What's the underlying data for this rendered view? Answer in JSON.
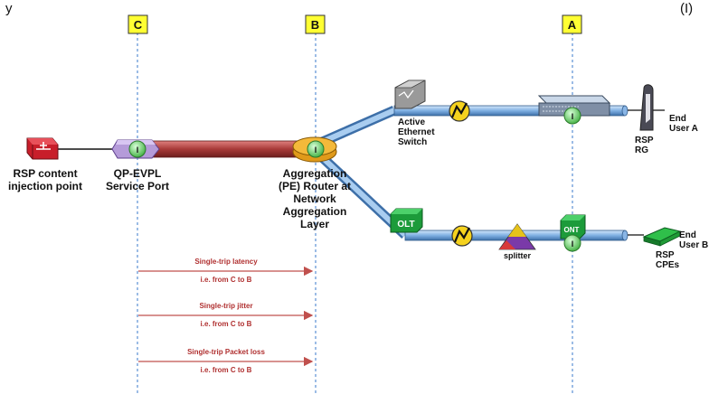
{
  "caption": "y",
  "caption_end": "(I)",
  "reference_points": [
    {
      "id": "C"
    },
    {
      "id": "B"
    },
    {
      "id": "A"
    }
  ],
  "nodes": {
    "content_injection": [
      "RSP content",
      "injection point"
    ],
    "service_port": [
      "QP-EVPL",
      "Service Port"
    ],
    "aggregation_router": [
      "Aggregation",
      "(PE) Router at",
      "Network",
      "Aggregation",
      "Layer"
    ],
    "ethernet_switch": [
      "Active",
      "Ethernet",
      "Switch"
    ],
    "olt": "OLT",
    "ont": "ONT",
    "splitter": "splitter",
    "rsp_rg": [
      "RSP",
      "RG"
    ],
    "rsp_cpes": [
      "RSP",
      "CPEs"
    ],
    "end_user_a": [
      "End",
      "User A"
    ],
    "end_user_b": [
      "End",
      "User B"
    ],
    "measurement_marker": "I"
  },
  "measurements": [
    {
      "title": "Single-trip latency",
      "scope": "i.e. from C to B"
    },
    {
      "title": "Single-trip jitter",
      "scope": "i.e. from C to B"
    },
    {
      "title": "Single-trip Packet loss",
      "scope": "i.e. from C to B"
    }
  ],
  "colors": {
    "marker_box": "#ffff33",
    "dashed_line": "#5b8fd4",
    "evpl_pipe": "#c0504d",
    "access_pipe": "#8ab6e6",
    "measurement_arrow": "#c0504d",
    "marker_circle": "#7fe07f"
  }
}
